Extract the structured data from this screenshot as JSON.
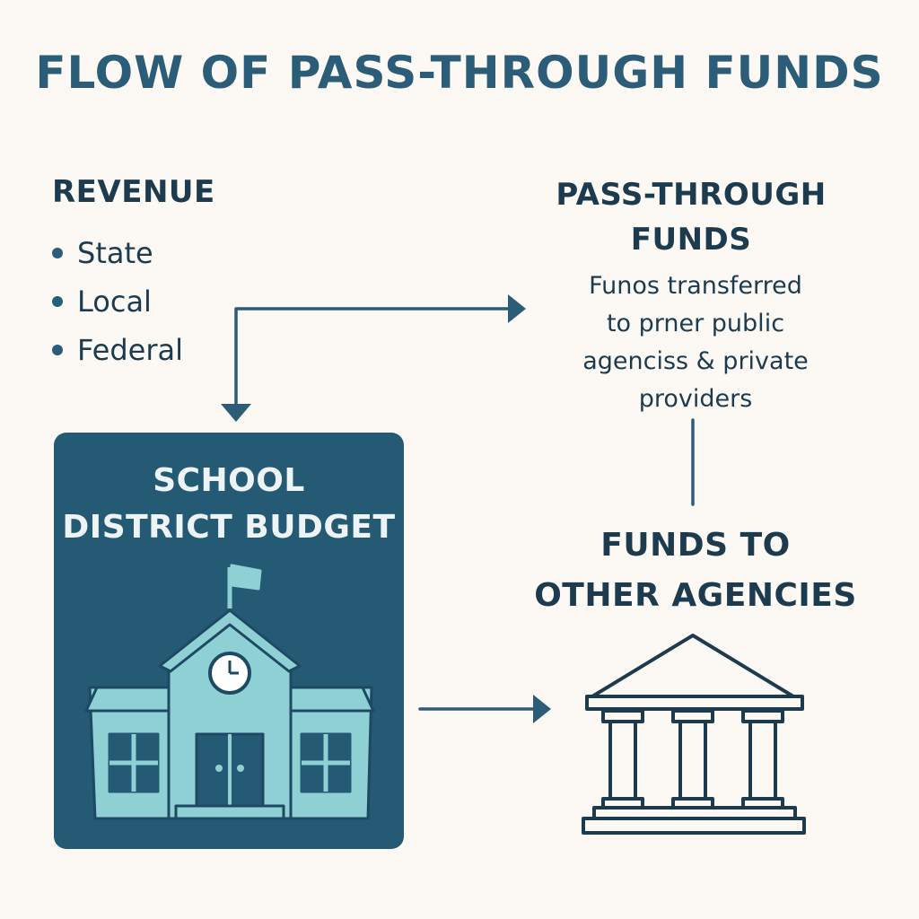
{
  "title": "FLOW OF PASS-THROUGH FUNDS",
  "revenue": {
    "heading": "REVENUE",
    "items": [
      {
        "label": "State"
      },
      {
        "label": "Local"
      },
      {
        "label": "Federal"
      }
    ]
  },
  "pass_through": {
    "heading_line1": "PASS-THROUGH",
    "heading_line2": "FUNDS",
    "desc_line1": "Funos transferred",
    "desc_line2": "to prner public",
    "desc_line3": "agenciss & private",
    "desc_line4": "providers"
  },
  "budget": {
    "title_line1": "SCHOOL",
    "title_line2": "DISTRICT BUDGET",
    "icon": "school-building-icon"
  },
  "other_agencies": {
    "heading_line1": "FUNDS TO",
    "heading_line2": "OTHER AGENCIES",
    "icon": "government-building-icon"
  },
  "colors": {
    "background": "#fcf9f4",
    "title": "#2b5d78",
    "text": "#1d3b4f",
    "budget_box": "#255a75",
    "school_fill": "#8fd0d4",
    "line": "#2b5d78"
  }
}
